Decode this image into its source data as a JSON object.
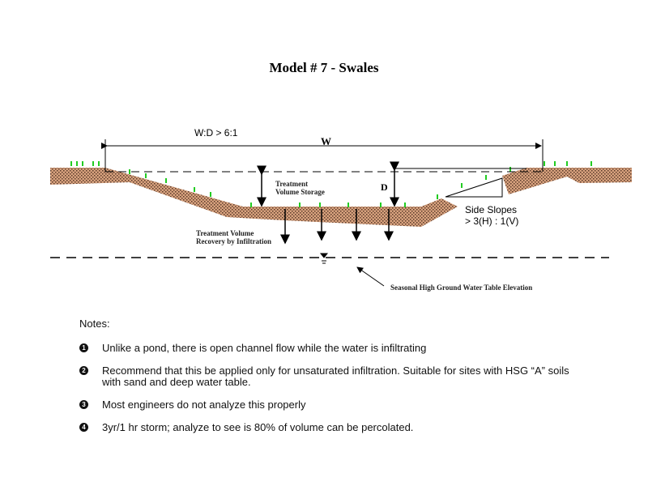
{
  "title": "Model # 7 - Swales",
  "diagram": {
    "ratio_label": "W:D > 6:1",
    "width_label": "W",
    "depth_label": "D",
    "storage_label": [
      "Treatment",
      "Volume Storage"
    ],
    "recovery_label": [
      "Treatment Volume",
      "Recovery by Infiltration"
    ],
    "side_slopes_label": [
      "Side Slopes",
      "> 3(H) : 1(V)"
    ],
    "water_table_label": "Seasonal High Ground Water Table Elevation",
    "colors": {
      "soil": "#d8a27e",
      "grass": "#22cc22"
    }
  },
  "notes": {
    "heading": "Notes:",
    "items": [
      {
        "num": "1",
        "text": "Unlike a pond, there is open channel flow while the water is infiltrating"
      },
      {
        "num": "2",
        "text": "Recommend that this be applied only for unsaturated infiltration.  Suitable for sites with HSG “A” soils with sand and deep water table."
      },
      {
        "num": "3",
        "text": "Most engineers do not analyze this properly"
      },
      {
        "num": "4",
        "text": "3yr/1 hr storm; analyze to see is 80% of volume can be percolated."
      }
    ]
  }
}
